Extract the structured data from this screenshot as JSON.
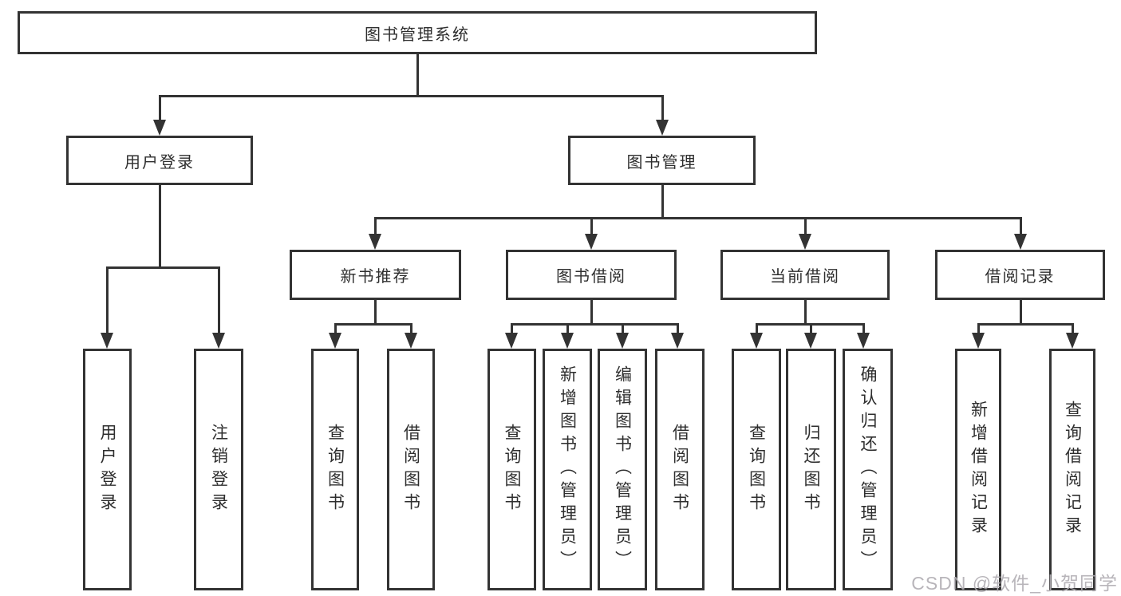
{
  "diagram": {
    "root": {
      "label": "图书管理系统",
      "children": [
        {
          "label": "用户登录",
          "children": [
            {
              "label": "用户登录"
            },
            {
              "label": "注销登录"
            }
          ]
        },
        {
          "label": "图书管理",
          "children": [
            {
              "label": "新书推荐",
              "children": [
                {
                  "label": "查询图书"
                },
                {
                  "label": "借阅图书"
                }
              ]
            },
            {
              "label": "图书借阅",
              "children": [
                {
                  "label": "查询图书"
                },
                {
                  "label": "新增图书（管理员）"
                },
                {
                  "label": "编辑图书（管理员）"
                },
                {
                  "label": "借阅图书"
                }
              ]
            },
            {
              "label": "当前借阅",
              "children": [
                {
                  "label": "查询图书"
                },
                {
                  "label": "归还图书"
                },
                {
                  "label": "确认归还（管理员）"
                }
              ]
            },
            {
              "label": "借阅记录",
              "children": [
                {
                  "label": "新增借阅记录"
                },
                {
                  "label": "查询借阅记录"
                }
              ]
            }
          ]
        }
      ]
    }
  },
  "watermark": {
    "text": "CSDN @软件_小贺同学"
  },
  "colors": {
    "line": "#333333",
    "text": "#2e2e2e",
    "watermark": "#b0adb2"
  }
}
